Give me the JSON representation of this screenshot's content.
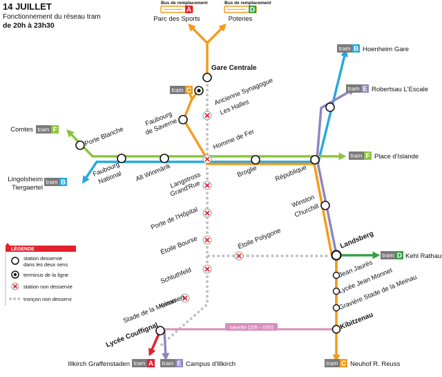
{
  "header": {
    "date": "14 JUILLET",
    "subtitle": "Fonctionnement du réseau tram",
    "hours": "de 20h à 23h30"
  },
  "colors": {
    "A": "#e4202b",
    "B": "#27a8df",
    "C": "#f39b1d",
    "D": "#3aa048",
    "E": "#8e86bd",
    "F": "#8dc43f",
    "navette": "#d98cbf",
    "tag_bg": "#7a7a7a",
    "dotted": "#c2c2c2"
  },
  "bus": {
    "label": "Bus de remplacement",
    "left_line": "A",
    "left_dest": "Parc des Sports",
    "right_line": "D",
    "right_dest": "Poteries"
  },
  "tag_word": "tram",
  "termini": {
    "hoenheim": {
      "line": "B",
      "name": "Hoenheim Gare"
    },
    "robertsau": {
      "line": "E",
      "name": "Robertsau L'Escale"
    },
    "comtes": {
      "line": "F",
      "name": "Comtes"
    },
    "place_islande": {
      "line": "F",
      "name": "Place d'Islande"
    },
    "lingolsheim": {
      "line": "B",
      "name1": "Lingolsheim",
      "name2": "Tiergaertel"
    },
    "gare_c": {
      "line": "C"
    },
    "kehl": {
      "line": "D",
      "name": "Kehl Rathaus"
    },
    "graffenstaden": {
      "line": "A",
      "name": "Illkirch Graffenstaden"
    },
    "campus": {
      "line": "E",
      "name": "Campus d'Illkirch"
    },
    "neuhof": {
      "line": "C",
      "name": "Neuhof R. Reuss"
    }
  },
  "stations": {
    "gare_centrale": "Gare Centrale",
    "synagogue1": "Ancienne Synagogue",
    "synagogue2": "Les Halles",
    "faubourg_saverne1": "Faubourg",
    "faubourg_saverne2": "de Saverne",
    "porte_blanche": "Porte Blanche",
    "homme_de_fer": "Homme de Fer",
    "faubourg_national1": "Faubourg",
    "faubourg_national2": "National",
    "alt_winmarik": "Alt Winmärik",
    "broglie": "Broglie",
    "republique": "République",
    "langstross1": "Langstross",
    "langstross2": "Grand'Rue",
    "porte_hopital": "Porte de l'Hôpital",
    "etoile_bourse": "Étoile Bourse",
    "etoile_polygone": "Étoile Polygone",
    "schluthfeld": "Schluthfeld",
    "krimmeri1": "Krimmeri",
    "krimmeri2": "Stade de la Meinau",
    "lycee_couffignal": "Lycée Couffignal",
    "winston1": "Winston",
    "winston2": "Churchill",
    "landsberg": "Landsberg",
    "jean_jaures": "Jean Jaurès",
    "lycee_monnet": "Lycée Jean Monnet",
    "graviere": "Gravière Stade de la Meinau",
    "kibitzenau": "Kibitzenau"
  },
  "navette": "navette (20h - 00h)",
  "legend": {
    "title": "LÉGENDE",
    "served1": "station desservie",
    "served2": "dans les deux sens",
    "terminus": "terminus de la ligne",
    "not_served": "station non desservie",
    "section": "tronçon non desservi"
  }
}
